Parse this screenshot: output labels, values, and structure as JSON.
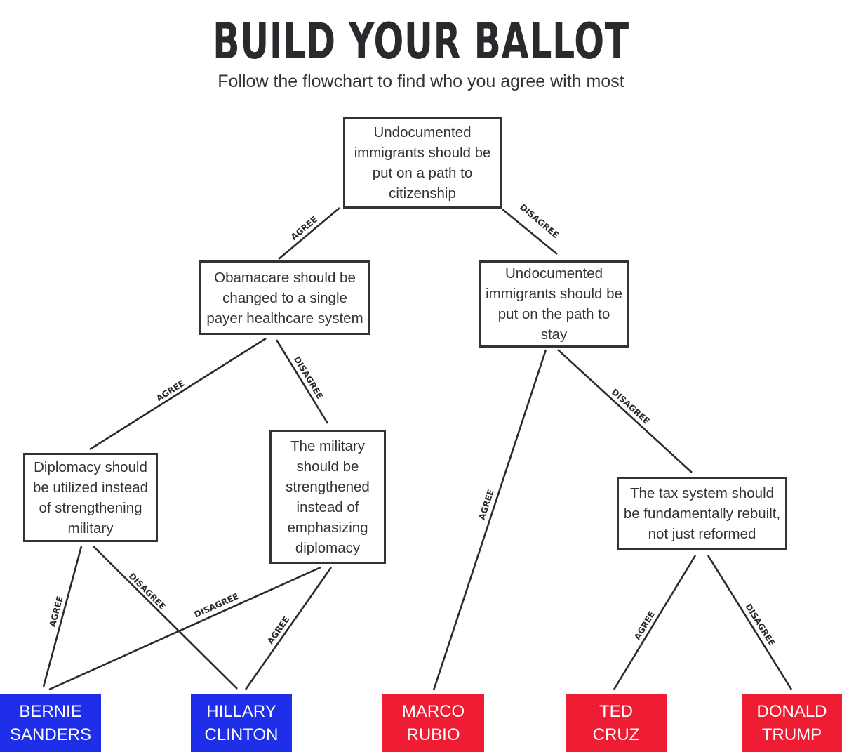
{
  "header": {
    "title": "BUILD YOUR BALLOT",
    "subtitle": "Follow the flowchart to find who you agree with most"
  },
  "questions": [
    {
      "text": "Undocumented immigrants should be put on a path to citizenship"
    },
    {
      "text": "Obamacare should be changed to a single payer healthcare system"
    },
    {
      "text": "Undocumented immigrants should be put on the path to stay"
    },
    {
      "text": "Diplomacy should be utilized instead of strengthening military"
    },
    {
      "text": "The military should be strengthened instead of emphasizing diplomacy"
    },
    {
      "text": "The tax system should be fundamentally rebuilt, not just reformed"
    }
  ],
  "edge_labels": {
    "agree": "AGREE",
    "disagree": "DISAGREE"
  },
  "candidates": [
    {
      "name": "BERNIE\nSANDERS",
      "party_color": "#1f2ee8"
    },
    {
      "name": "HILLARY\nCLINTON",
      "party_color": "#1f2ee8"
    },
    {
      "name": "MARCO\nRUBIO",
      "party_color": "#ef1d34"
    },
    {
      "name": "TED\nCRUZ",
      "party_color": "#ef1d34"
    },
    {
      "name": "DONALD\nTRUMP",
      "party_color": "#ef1d34"
    }
  ]
}
